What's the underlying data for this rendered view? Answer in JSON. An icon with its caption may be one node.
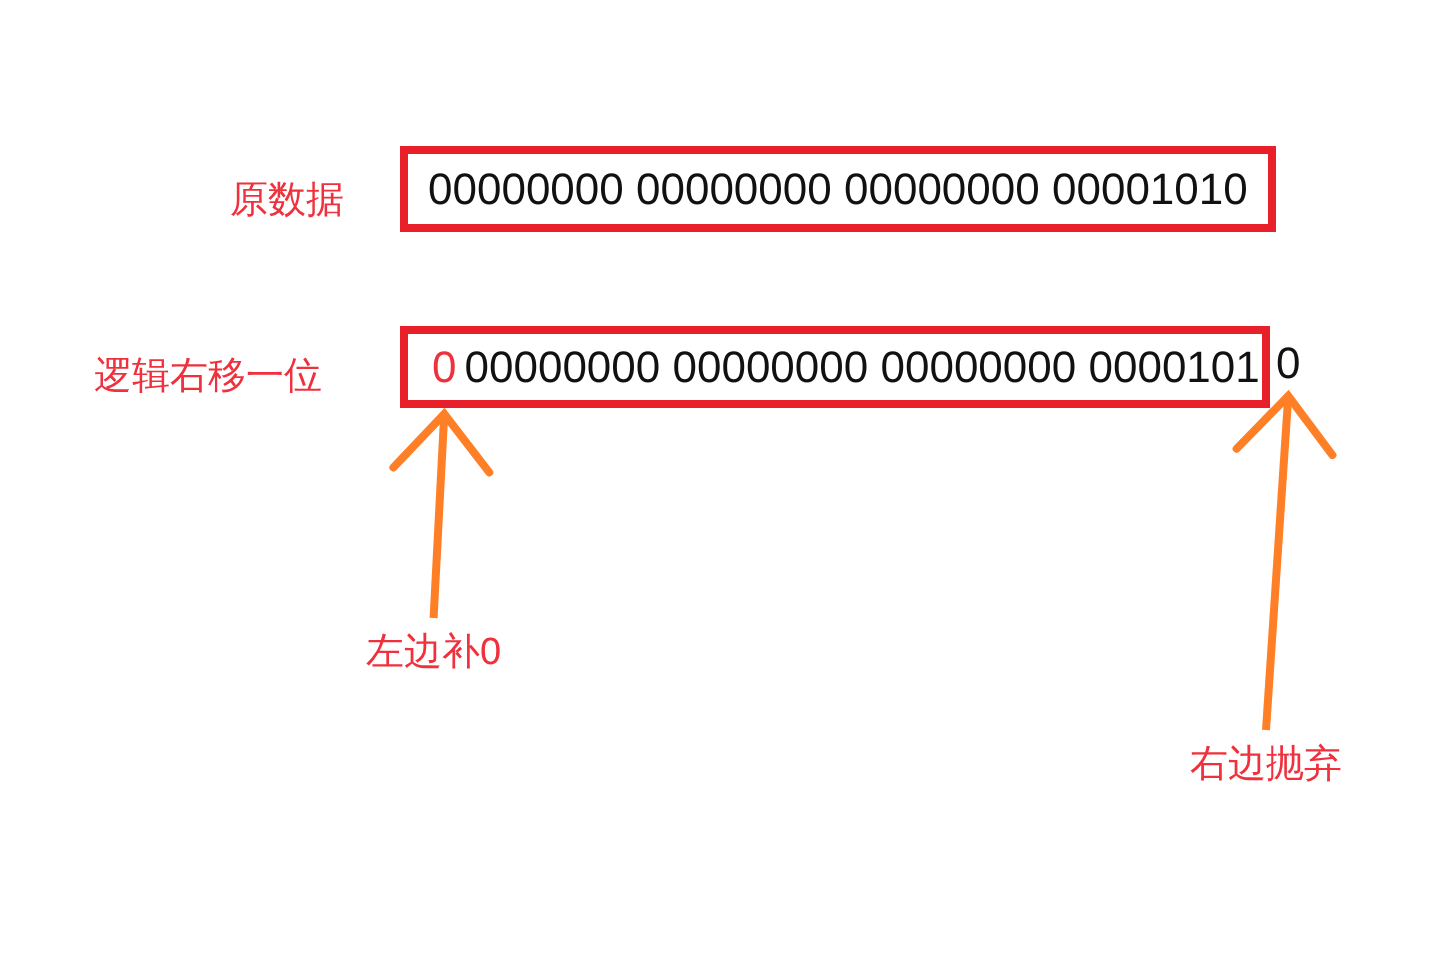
{
  "diagram": {
    "nodes": [
      {
        "text": [
          "00000000 00000000 00000000 00001010"
        ]
      },
      {
        "text": [
          "00000000 00000000 00000000 0000101"
        ]
      },
      {
        "text": [
          "0"
        ],
        "in": 1
      },
      {
        "text": [
          "0"
        ]
      },
      {
        "text": [
          "左边补0"
        ]
      },
      {
        "text": [
          "右边抛弃"
        ]
      }
    ],
    "edges": [
      {
        "from": 4,
        "to": 2,
        "arrow": "to"
      },
      {
        "from": 5,
        "to": 3,
        "arrow": "to"
      }
    ],
    "labels": [
      "原数据",
      "逻辑右移一位"
    ]
  }
}
